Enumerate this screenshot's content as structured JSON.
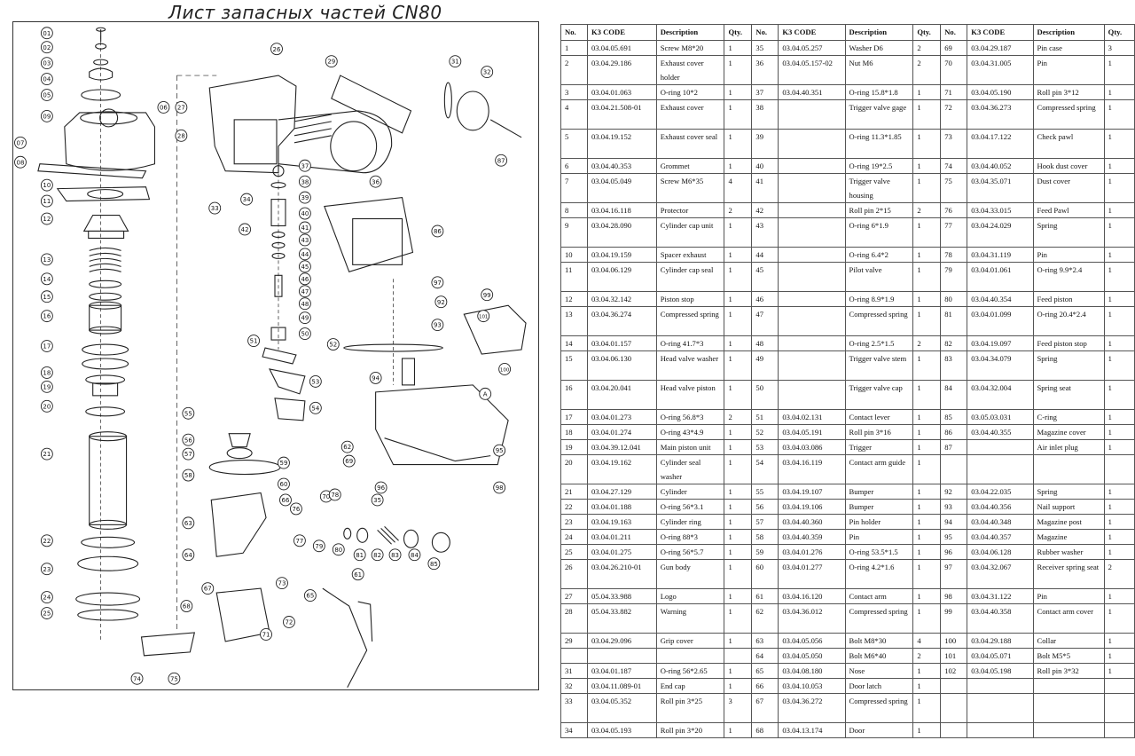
{
  "title": "Лист запасных частей CN80",
  "table": {
    "headers": [
      "No.",
      "K3 CODE",
      "Description",
      "Qty.",
      "No.",
      "K3 CODE",
      "Description",
      "Qty.",
      "No.",
      "K3 CODE",
      "Description",
      "Qty."
    ],
    "rows": [
      [
        "1",
        "03.04.05.691",
        "Screw M8*20",
        "1",
        "35",
        "03.04.05.257",
        "Washer D6",
        "2",
        "69",
        "03.04.29.187",
        "Pin case",
        "3"
      ],
      [
        "2",
        "03.04.29.186",
        "Exhaust cover holder",
        "1",
        "36",
        "03.04.05.157-02",
        "Nut M6",
        "2",
        "70",
        "03.04.31.005",
        "Pin",
        "1"
      ],
      [
        "3",
        "03.04.01.063",
        "O-ring 10*2",
        "1",
        "37",
        "03.04.40.351",
        "O-ring 15.8*1.8",
        "1",
        "71",
        "03.04.05.190",
        "Roll pin 3*12",
        "1"
      ],
      [
        "4",
        "03.04.21.508-01",
        "Exhaust cover",
        "1",
        "38",
        "",
        "Trigger valve gage",
        "1",
        "72",
        "03.04.36.273",
        "Compressed spring",
        "1"
      ],
      [
        "5",
        "03.04.19.152",
        "Exhaust cover seal",
        "1",
        "39",
        "",
        "O-ring 11.3*1.85",
        "1",
        "73",
        "03.04.17.122",
        "Check pawl",
        "1"
      ],
      [
        "6",
        "03.04.40.353",
        "Grommet",
        "1",
        "40",
        "",
        "O-ring 19*2.5",
        "1",
        "74",
        "03.04.40.052",
        "Hook dust cover",
        "1"
      ],
      [
        "7",
        "03.04.05.049",
        "Screw M6*35",
        "4",
        "41",
        "",
        "Trigger valve housing",
        "1",
        "75",
        "03.04.35.071",
        "Dust cover",
        "1"
      ],
      [
        "8",
        "03.04.16.118",
        "Protector",
        "2",
        "42",
        "",
        "Roll pin 2*15",
        "2",
        "76",
        "03.04.33.015",
        "Feed Pawl",
        "1"
      ],
      [
        "9",
        "03.04.28.090",
        "Cylinder cap unit",
        "1",
        "43",
        "",
        "O-ring 6*1.9",
        "1",
        "77",
        "03.04.24.029",
        "Spring",
        "1"
      ],
      [
        "10",
        "03.04.19.159",
        "Spacer exhaust",
        "1",
        "44",
        "",
        "O-ring 6.4*2",
        "1",
        "78",
        "03.04.31.119",
        "Pin",
        "1"
      ],
      [
        "11",
        "03.04.06.129",
        "Cylinder cap seal",
        "1",
        "45",
        "",
        "Pilot valve",
        "1",
        "79",
        "03.04.01.061",
        "O-ring 9.9*2.4",
        "1"
      ],
      [
        "12",
        "03.04.32.142",
        "Piston stop",
        "1",
        "46",
        "",
        "O-ring 8.9*1.9",
        "1",
        "80",
        "03.04.40.354",
        "Feed piston",
        "1"
      ],
      [
        "13",
        "03.04.36.274",
        "Compressed spring",
        "1",
        "47",
        "",
        "Compressed spring",
        "1",
        "81",
        "03.04.01.099",
        "O-ring 20.4*2.4",
        "1"
      ],
      [
        "14",
        "03.04.01.157",
        "O-ring 41.7*3",
        "1",
        "48",
        "",
        "O-ring 2.5*1.5",
        "2",
        "82",
        "03.04.19.097",
        "Feed piston stop",
        "1"
      ],
      [
        "15",
        "03.04.06.130",
        "Head valve washer",
        "1",
        "49",
        "",
        "Trigger valve stem",
        "1",
        "83",
        "03.04.34.079",
        "Spring",
        "1"
      ],
      [
        "16",
        "03.04.20.041",
        "Head valve piston",
        "1",
        "50",
        "",
        "Trigger valve cap",
        "1",
        "84",
        "03.04.32.004",
        "Spring seat",
        "1"
      ],
      [
        "17",
        "03.04.01.273",
        "O-ring 56.8*3",
        "2",
        "51",
        "03.04.02.131",
        "Contact lever",
        "1",
        "85",
        "03.05.03.031",
        "C-ring",
        "1"
      ],
      [
        "18",
        "03.04.01.274",
        "O-ring 43*4.9",
        "1",
        "52",
        "03.04.05.191",
        "Roll pin 3*16",
        "1",
        "86",
        "03.04.40.355",
        "Magazine cover",
        "1"
      ],
      [
        "19",
        "03.04.39.12.041",
        "Main piston unit",
        "1",
        "53",
        "03.04.03.086",
        "Trigger",
        "1",
        "87",
        "",
        "Air inlet plug",
        "1"
      ],
      [
        "20",
        "03.04.19.162",
        "Cylinder seal washer",
        "1",
        "54",
        "03.04.16.119",
        "Contact arm guide",
        "1",
        "",
        "",
        "",
        ""
      ],
      [
        "21",
        "03.04.27.129",
        "Cylinder",
        "1",
        "55",
        "03.04.19.107",
        "Bumper",
        "1",
        "92",
        "03.04.22.035",
        "Spring",
        "1"
      ],
      [
        "22",
        "03.04.01.188",
        "O-ring 56*3.1",
        "1",
        "56",
        "03.04.19.106",
        "Bumper",
        "1",
        "93",
        "03.04.40.356",
        "Nail support",
        "1"
      ],
      [
        "23",
        "03.04.19.163",
        "Cylinder ring",
        "1",
        "57",
        "03.04.40.360",
        "Pin holder",
        "1",
        "94",
        "03.04.40.348",
        "Magazine post",
        "1"
      ],
      [
        "24",
        "03.04.01.211",
        "O-ring 88*3",
        "1",
        "58",
        "03.04.40.359",
        "Pin",
        "1",
        "95",
        "03.04.40.357",
        "Magazine",
        "1"
      ],
      [
        "25",
        "03.04.01.275",
        "O-ring 56*5.7",
        "1",
        "59",
        "03.04.01.276",
        "O-ring 53.5*1.5",
        "1",
        "96",
        "03.04.06.128",
        "Rubber washer",
        "1"
      ],
      [
        "26",
        "03.04.26.210-01",
        "Gun body",
        "1",
        "60",
        "03.04.01.277",
        "O-ring 4.2*1.6",
        "1",
        "97",
        "03.04.32.067",
        "Receiver spring seat",
        "2"
      ],
      [
        "27",
        "05.04.33.988",
        "Logo",
        "1",
        "61",
        "03.04.16.120",
        "Contact arm",
        "1",
        "98",
        "03.04.31.122",
        "Pin",
        "1"
      ],
      [
        "28",
        "05.04.33.882",
        "Warning",
        "1",
        "62",
        "03.04.36.012",
        "Compressed spring",
        "1",
        "99",
        "03.04.40.358",
        "Contact arm cover",
        "1"
      ],
      [
        "29",
        "03.04.29.096",
        "Grip cover",
        "1",
        "63",
        "03.04.05.056",
        "Bolt M8*30",
        "4",
        "100",
        "03.04.29.188",
        "Collar",
        "1"
      ],
      [
        "",
        "",
        "",
        "",
        "64",
        "03.04.05.050",
        "Bolt M6*40",
        "2",
        "101",
        "03.04.05.071",
        "Bolt M5*5",
        "1"
      ],
      [
        "31",
        "03.04.01.187",
        "O-ring 56*2.65",
        "1",
        "65",
        "03.04.08.180",
        "Nose",
        "1",
        "102",
        "03.04.05.198",
        "Roll pin 3*32",
        "1"
      ],
      [
        "32",
        "03.04.11.089-01",
        "End cap",
        "1",
        "66",
        "03.04.10.053",
        "Door latch",
        "1",
        "",
        "",
        "",
        ""
      ],
      [
        "33",
        "03.04.05.352",
        "Roll pin 3*25",
        "3",
        "67",
        "03.04.36.272",
        "Compressed spring",
        "1",
        "",
        "",
        "",
        ""
      ],
      [
        "34",
        "03.04.05.193",
        "Roll pin 3*20",
        "1",
        "68",
        "03.04.13.174",
        "Door",
        "1",
        "",
        "",
        "",
        ""
      ]
    ]
  },
  "diagram": {
    "callouts": [
      "01",
      "02",
      "03",
      "04",
      "05",
      "06",
      "07",
      "08",
      "09",
      "10",
      "11",
      "12",
      "13",
      "14",
      "15",
      "16",
      "17",
      "18",
      "19",
      "20",
      "21",
      "22",
      "23",
      "24",
      "25",
      "26",
      "27",
      "28",
      "29",
      "31",
      "32",
      "33",
      "34",
      "35",
      "36",
      "37",
      "38",
      "39",
      "40",
      "41",
      "42",
      "43",
      "44",
      "45",
      "46",
      "47",
      "48",
      "49",
      "50",
      "51",
      "52",
      "53",
      "54",
      "55",
      "56",
      "57",
      "58",
      "59",
      "60",
      "61",
      "62",
      "63",
      "64",
      "65",
      "66",
      "67",
      "68",
      "69",
      "70",
      "71",
      "72",
      "73",
      "74",
      "75",
      "76",
      "77",
      "78",
      "79",
      "80",
      "81",
      "82",
      "83",
      "84",
      "85",
      "86",
      "87",
      "92",
      "93",
      "94",
      "95",
      "96",
      "97",
      "98",
      "99",
      "100",
      "101",
      "A"
    ]
  }
}
